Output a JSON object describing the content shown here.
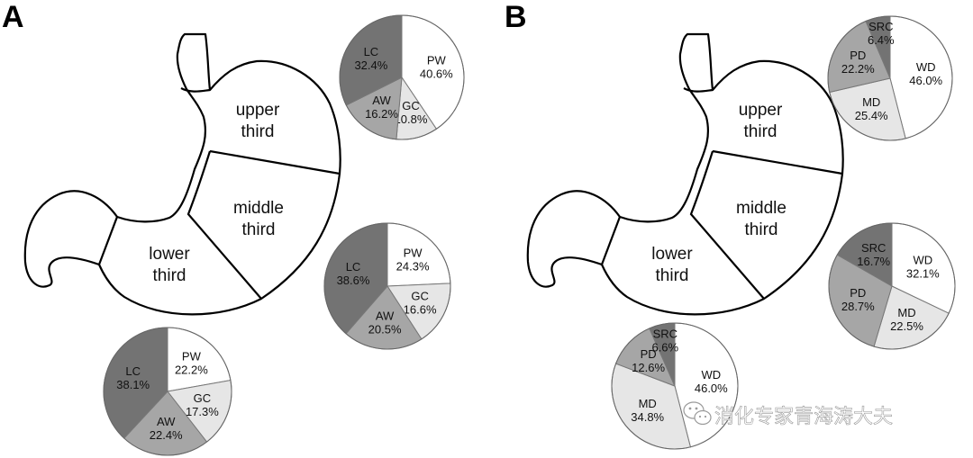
{
  "panels": [
    {
      "letter": "A",
      "regions": {
        "upper": [
          "upper",
          "third"
        ],
        "middle": [
          "middle",
          "third"
        ],
        "lower": [
          "lower",
          "third"
        ]
      },
      "pies": [
        {
          "region": "upper",
          "slices": [
            {
              "label": "PW",
              "value": "40.6%",
              "color": "#ffffff"
            },
            {
              "label": "GC",
              "value": "10.8%",
              "color": "#e6e6e6"
            },
            {
              "label": "AW",
              "value": "16.2%",
              "color": "#a6a6a6"
            },
            {
              "label": "LC",
              "value": "32.4%",
              "color": "#737373"
            }
          ]
        },
        {
          "region": "middle",
          "slices": [
            {
              "label": "PW",
              "value": "24.3%",
              "color": "#ffffff"
            },
            {
              "label": "GC",
              "value": "16.6%",
              "color": "#e6e6e6"
            },
            {
              "label": "AW",
              "value": "20.5%",
              "color": "#a6a6a6"
            },
            {
              "label": "LC",
              "value": "38.6%",
              "color": "#737373"
            }
          ]
        },
        {
          "region": "lower",
          "slices": [
            {
              "label": "PW",
              "value": "22.2%",
              "color": "#ffffff"
            },
            {
              "label": "GC",
              "value": "17.3%",
              "color": "#e6e6e6"
            },
            {
              "label": "AW",
              "value": "22.4%",
              "color": "#a6a6a6"
            },
            {
              "label": "LC",
              "value": "38.1%",
              "color": "#737373"
            }
          ]
        }
      ]
    },
    {
      "letter": "B",
      "regions": {
        "upper": [
          "upper",
          "third"
        ],
        "middle": [
          "middle",
          "third"
        ],
        "lower": [
          "lower",
          "third"
        ]
      },
      "pies": [
        {
          "region": "upper",
          "slices": [
            {
              "label": "WD",
              "value": "46.0%",
              "color": "#ffffff"
            },
            {
              "label": "MD",
              "value": "25.4%",
              "color": "#e6e6e6"
            },
            {
              "label": "PD",
              "value": "22.2%",
              "color": "#a6a6a6"
            },
            {
              "label": "SRC",
              "value": "6.4%",
              "color": "#737373"
            }
          ]
        },
        {
          "region": "middle",
          "slices": [
            {
              "label": "WD",
              "value": "32.1%",
              "color": "#ffffff"
            },
            {
              "label": "MD",
              "value": "22.5%",
              "color": "#e6e6e6"
            },
            {
              "label": "PD",
              "value": "28.7%",
              "color": "#a6a6a6"
            },
            {
              "label": "SRC",
              "value": "16.7%",
              "color": "#737373"
            }
          ]
        },
        {
          "region": "lower",
          "slices": [
            {
              "label": "WD",
              "value": "46.0%",
              "color": "#ffffff"
            },
            {
              "label": "MD",
              "value": "34.8%",
              "color": "#e6e6e6"
            },
            {
              "label": "PD",
              "value": "12.6%",
              "color": "#a6a6a6"
            },
            {
              "label": "SRC",
              "value": "6.6%",
              "color": "#737373"
            }
          ]
        }
      ]
    }
  ],
  "watermark": {
    "text": "消化专家青海涛大夫",
    "icon": "wechat-icon"
  }
}
